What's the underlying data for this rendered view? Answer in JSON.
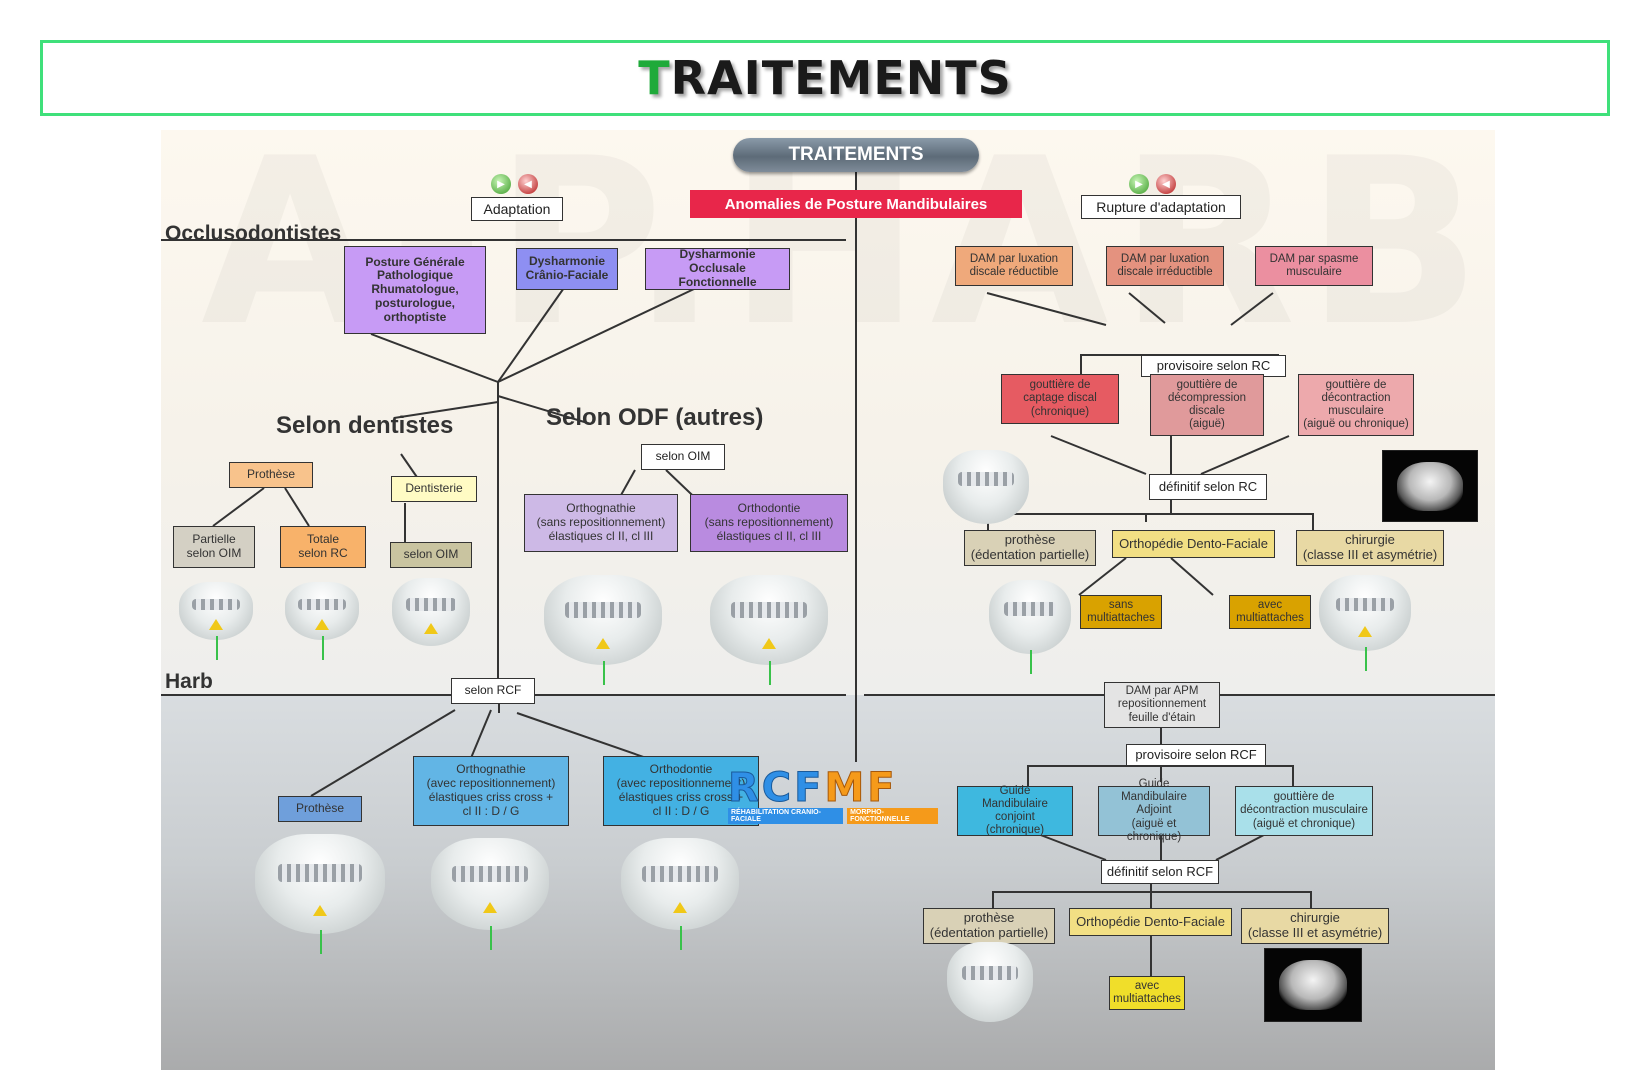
{
  "page_title": {
    "first_letter": "T",
    "rest": "RAITEMENTS"
  },
  "diagram": {
    "pill_title": "TRAITEMENTS",
    "banner": "Anomalies de Posture Mandibulaires",
    "watermark": "A-P.HARB",
    "sections": {
      "occlusodontistes": "Occlusodontistes",
      "harb": "Harb"
    },
    "left": {
      "adaptation": "Adaptation",
      "posture": "Posture Générale\nPathologique\nRhumatologue,\nposturologue,\northoptiste",
      "dysh_cranio": "Dysharmonie\nCrânio-Faciale",
      "dysh_occlusale": "Dysharmonie\nOcclusale Fonctionnelle",
      "selon_dentistes": "Selon dentistes",
      "selon_odf": "Selon ODF (autres)",
      "prothese": "Prothèse",
      "dentisterie": "Dentisterie",
      "partielle": "Partielle\nselon OIM",
      "totale": "Totale\nselon RC",
      "selon_oim_small": "selon OIM",
      "selon_oim_top": "selon OIM",
      "orthognathie": "Orthognathie\n(sans repositionnement)\nélastiques cl II, cl III",
      "orthodontie": "Orthodontie\n(sans repositionnement)\nélastiques cl II, cl III"
    },
    "right": {
      "rupture": "Rupture d'adaptation",
      "dam1": "DAM par luxation\ndiscale réductible",
      "dam2": "DAM par luxation\ndiscale irréductible",
      "dam3": "DAM par spasme\nmusculaire",
      "provisoire_rc": "provisoire selon RC",
      "gouttiere1": "gouttière de\ncaptage discal\n(chronique)",
      "gouttiere2": "gouttière de\ndécompression\ndiscale\n(aiguë)",
      "gouttiere3": "gouttière de\ndécontraction\nmusculaire\n(aiguë ou chronique)",
      "definitif_rc": "définitif selon RC",
      "prothese_part": "prothèse\n(édentation partielle)",
      "orthopedie": "Orthopédie Dento-Faciale",
      "chirurgie": "chirurgie\n(classe III et asymétrie)",
      "sans_multi": "sans\nmultiattaches",
      "avec_multi": "avec\nmultiattaches"
    },
    "harb_left": {
      "selon_rcf": "selon RCF",
      "prothese": "Prothèse",
      "orthognathie": "Orthognathie\n(avec repositionnement)\nélastiques criss cross +\ncl II : D / G",
      "orthodontie": "Orthodontie\n(avec repositionnement)\nélastiques criss cross +\ncl II : D / G"
    },
    "harb_right": {
      "dam_apm": "DAM par APM\nrepositionnement\nfeuille d'étain",
      "provisoire_rcf": "provisoire selon RCF",
      "guide1": "Guide\nMandibulaire conjoint\n(chronique)",
      "guide2": "Guide\nMandibulaire Adjoint\n(aiguë et chronique)",
      "gouttiere": "gouttière de\ndécontraction musculaire\n(aiguë et chronique)",
      "definitif_rcf": "définitif selon RCF",
      "prothese_part": "prothèse\n(édentation partielle)",
      "orthopedie": "Orthopédie Dento-Faciale",
      "chirurgie": "chirurgie\n(classe III et asymétrie)",
      "avec_multi": "avec\nmultiattaches"
    },
    "logo": {
      "rcf": "RCF",
      "mf": "MF",
      "sub1": "RÉHABILITATION CRANIO-FACIALE",
      "sub2": "MORPHO-FONCTIONNELLE"
    }
  },
  "colors": {
    "title_green": "#1faa3a",
    "border_green": "#3fe07a",
    "banner_red": "#e8264a",
    "purple": "#c79bf5",
    "blue_purple": "#8e8ff2",
    "orange": "#f8b26a",
    "salmon": "#e98d7d",
    "gold": "#d9a200",
    "cyan": "#63c8e6"
  }
}
